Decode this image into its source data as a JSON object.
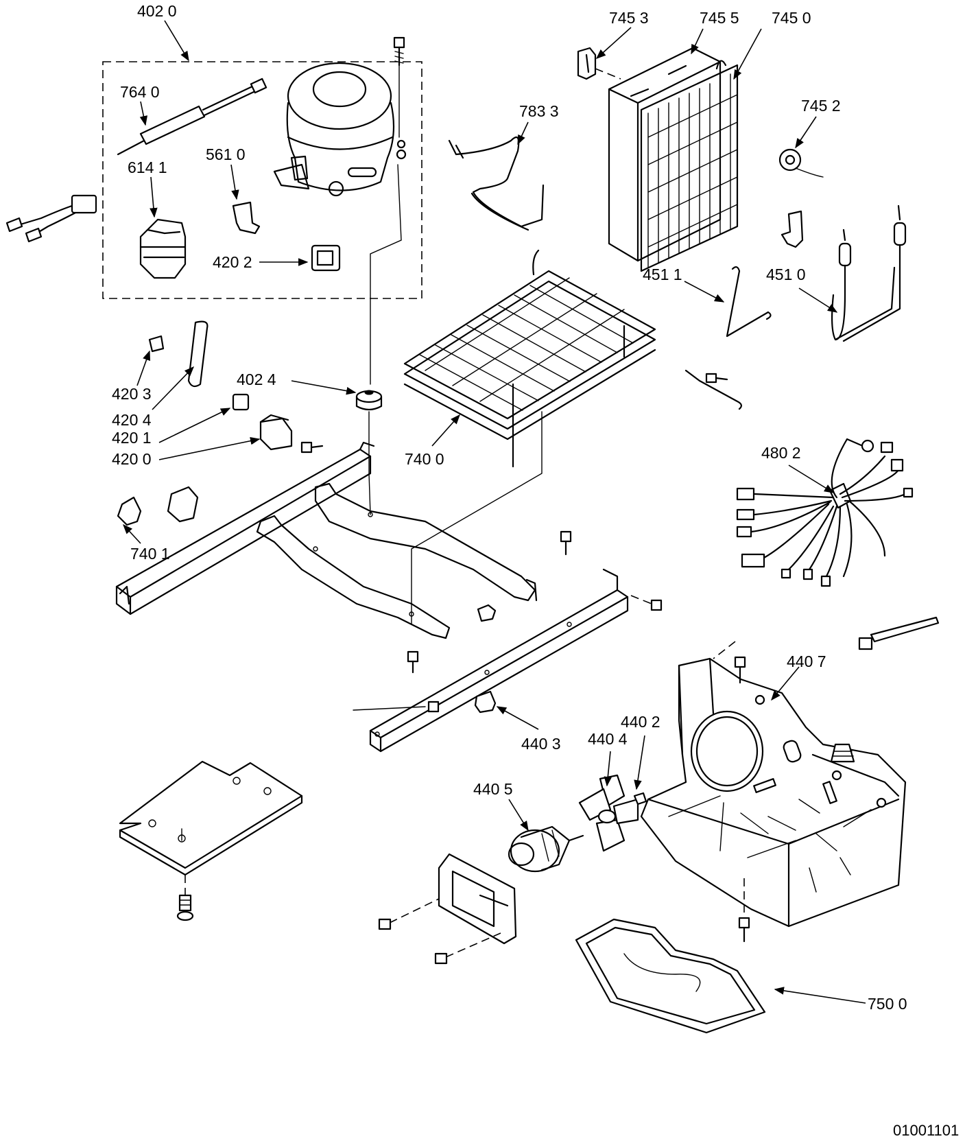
{
  "figure_id": "01001101",
  "callouts": [
    {
      "id": "c4020",
      "text": "402 0"
    },
    {
      "id": "c7640",
      "text": "764 0"
    },
    {
      "id": "c5610",
      "text": "561 0"
    },
    {
      "id": "c6141",
      "text": "614 1"
    },
    {
      "id": "c4202",
      "text": "420 2"
    },
    {
      "id": "c7453",
      "text": "745 3"
    },
    {
      "id": "c7455",
      "text": "745 5"
    },
    {
      "id": "c7450",
      "text": "745 0"
    },
    {
      "id": "c7833",
      "text": "783 3"
    },
    {
      "id": "c7452",
      "text": "745 2"
    },
    {
      "id": "c4511",
      "text": "451 1"
    },
    {
      "id": "c4510",
      "text": "451 0"
    },
    {
      "id": "c4203",
      "text": "420 3"
    },
    {
      "id": "c4024",
      "text": "402 4"
    },
    {
      "id": "c4204",
      "text": "420 4"
    },
    {
      "id": "c4201",
      "text": "420 1"
    },
    {
      "id": "c4200",
      "text": "420 0"
    },
    {
      "id": "c7400",
      "text": "740 0"
    },
    {
      "id": "c4802",
      "text": "480 2"
    },
    {
      "id": "c7401",
      "text": "740 1"
    },
    {
      "id": "c4407",
      "text": "440 7"
    },
    {
      "id": "c4402",
      "text": "440 2"
    },
    {
      "id": "c4404",
      "text": "440 4"
    },
    {
      "id": "c4403",
      "text": "440 3"
    },
    {
      "id": "c4405",
      "text": "440 5"
    },
    {
      "id": "c7500",
      "text": "750 0"
    }
  ]
}
